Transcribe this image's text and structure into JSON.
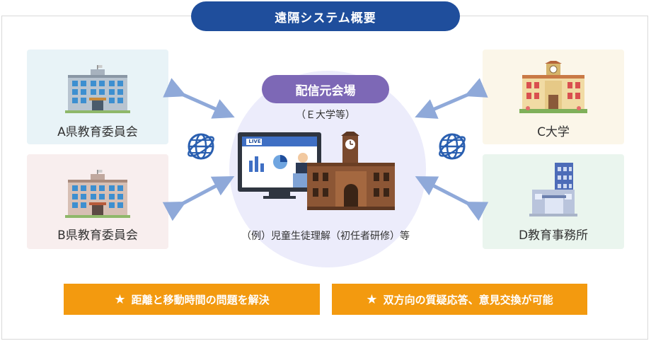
{
  "title": "遠隔システム概要",
  "nodes": {
    "a_board": "A県教育委員会",
    "b_board": "B県教育委員会",
    "c_univ": "C大学",
    "d_office": "D教育事務所"
  },
  "center": {
    "venue_label": "配信元会場",
    "venue_sub": "（Ｅ大学等）",
    "example": "（例）児童生徒理解（初任者研修）等",
    "live_badge": "LIVE"
  },
  "benefits": [
    "距離と移動時間の問題を解決",
    "双方向の質疑応答、意見交換が可能"
  ],
  "colors": {
    "title_bg": "#1f4e9c",
    "venue_bg": "#7d68b6",
    "benefit_bg": "#f39a0f",
    "arrow": "#8fa9d9",
    "globe": "#2a5fb0"
  },
  "icons": {
    "star": "★"
  }
}
